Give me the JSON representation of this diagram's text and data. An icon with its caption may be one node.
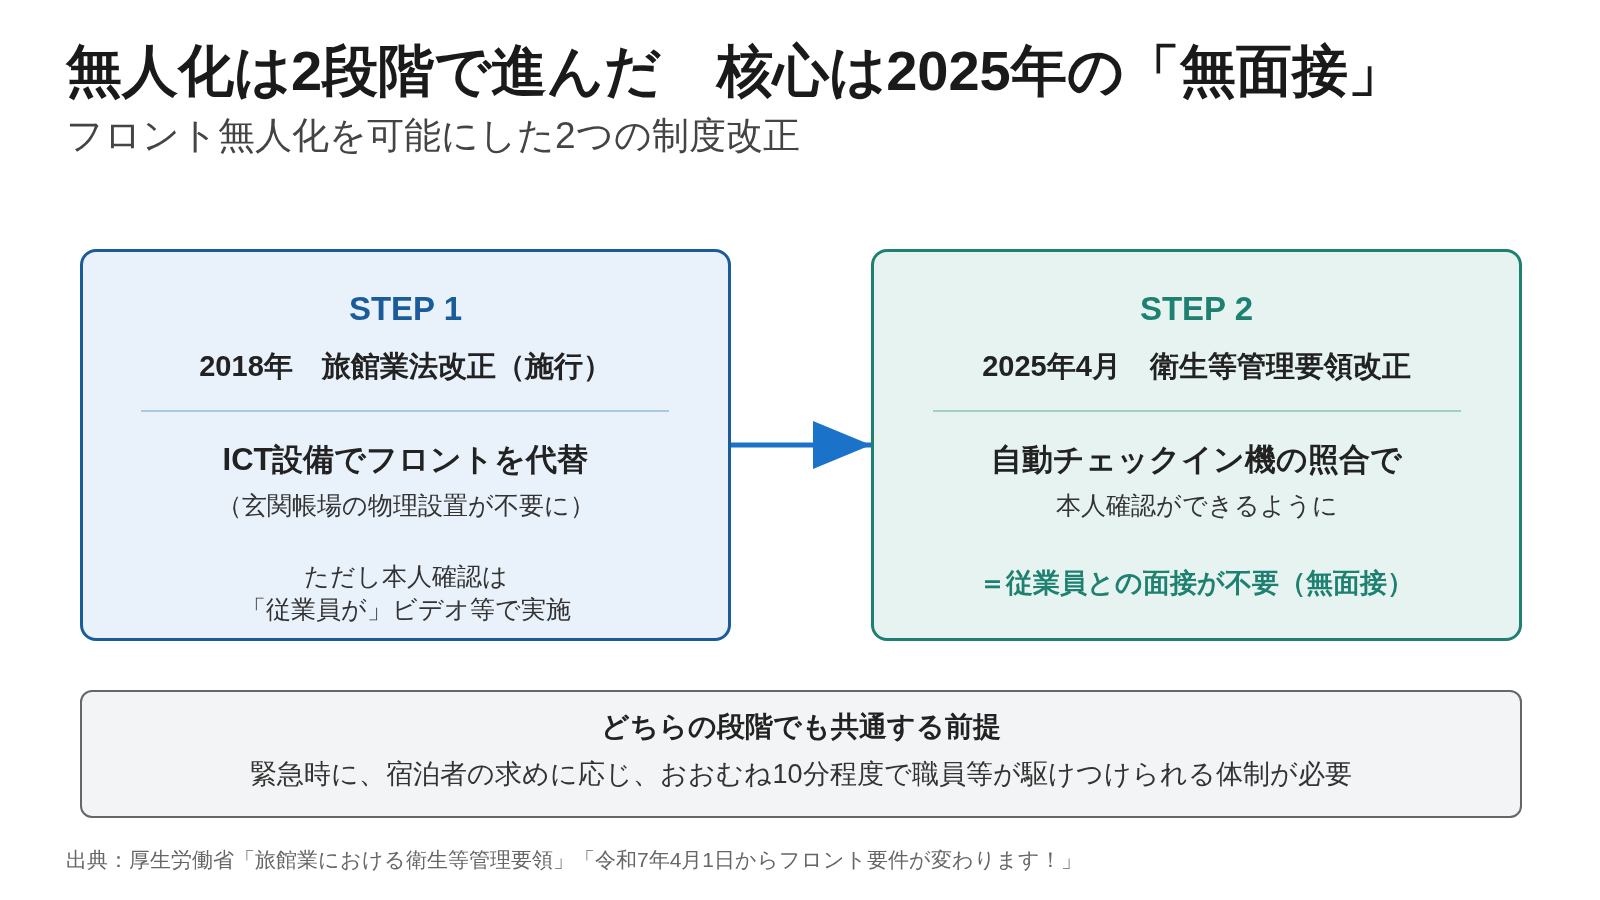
{
  "diagram": {
    "title": "無人化は2段階で進んだ　核心は2025年の「無面接」",
    "caption": "出典：厚生労働省「旅館業における衛生等管理要領」「令和7年4月1日からフロント要件が変わります！」",
    "nodes": [
      {
        "text": [
          "STEP 1",
          "2018年　旅館業法改正（施行）",
          "ICT設備でフロントを代替",
          "（玄関帳場の物理設置が不要に）",
          "ただし本人確認は「従業員が」ビデオ等で実施"
        ]
      },
      {
        "text": [
          "STEP 2",
          "2025年4月　衛生等管理要領改正",
          "自動チェックイン機の照合で",
          "本人確認ができるように",
          "＝従業員との面接が不要（無面接）"
        ]
      },
      {
        "text": [
          "どちらの段階でも共通する前提",
          "緊急時に、宿泊者の求めに応じ、おおむね10分程度で職員等が駆けつけられる体制が必要"
        ]
      }
    ],
    "edges": [
      {
        "from": 0,
        "to": 1,
        "arrow": "to"
      }
    ],
    "labels": [
      "フロント無人化を可能にした2つの制度改正"
    ]
  }
}
